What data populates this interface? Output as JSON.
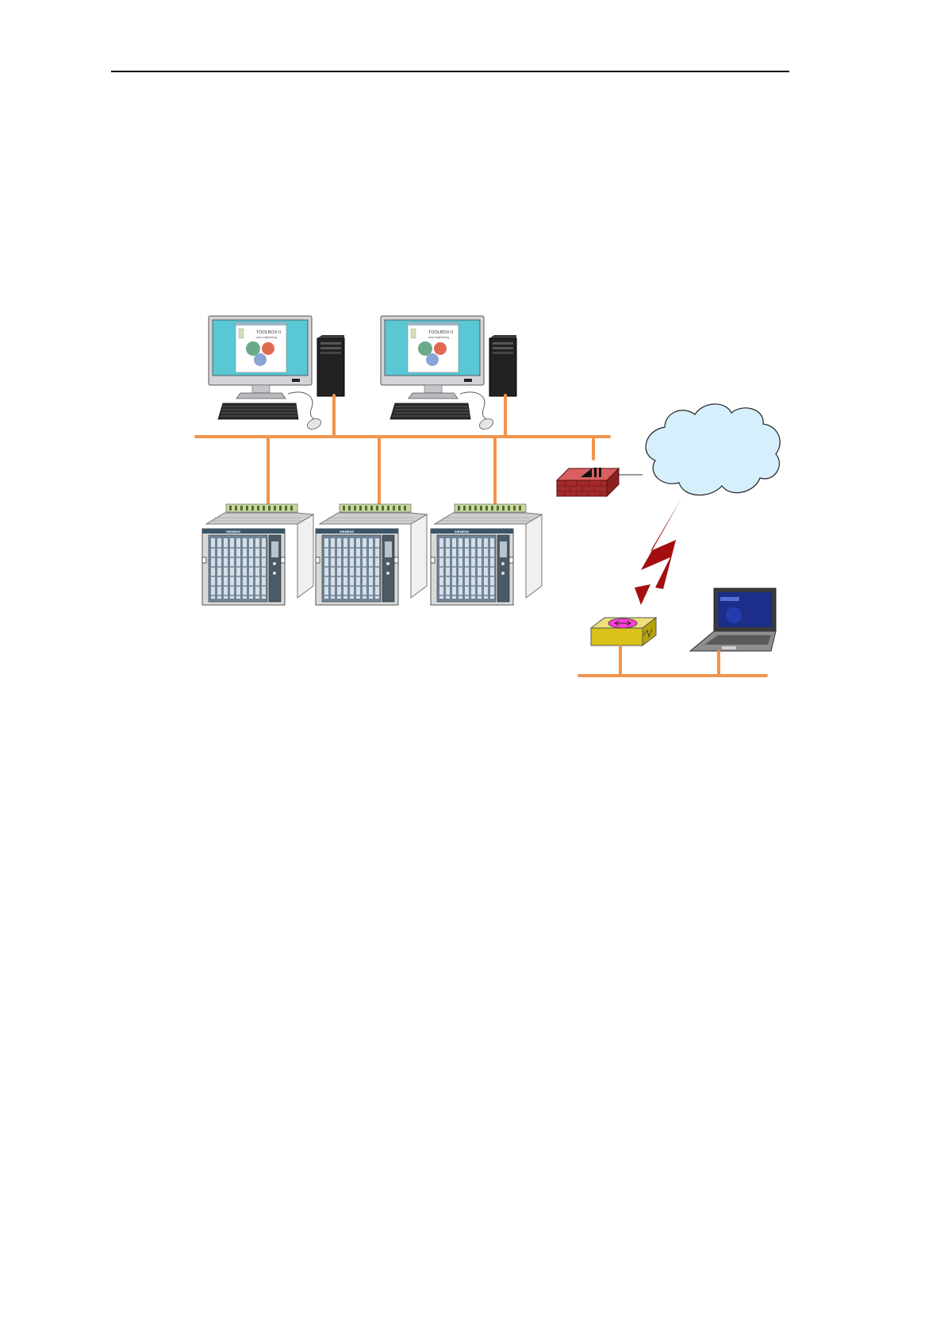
{
  "workstations": [
    {
      "screen_title": "TOOLBOX II",
      "screen_subtitle": "auto.engineering"
    },
    {
      "screen_title": "TOOLBOX II",
      "screen_subtitle": "auto.engineering"
    }
  ],
  "racks": [
    {
      "brand": "SIEMENS"
    },
    {
      "brand": "SIEMENS"
    },
    {
      "brand": "SIEMENS"
    }
  ],
  "colors": {
    "network_bus": "#f0944d",
    "firewall": "#c0392b",
    "cloud_fill": "#d6effc",
    "router_body": "#d9c21a",
    "router_disc": "#ff40d8",
    "lightning": "#a30f10",
    "monitor_screen": "#5ac8d4"
  }
}
